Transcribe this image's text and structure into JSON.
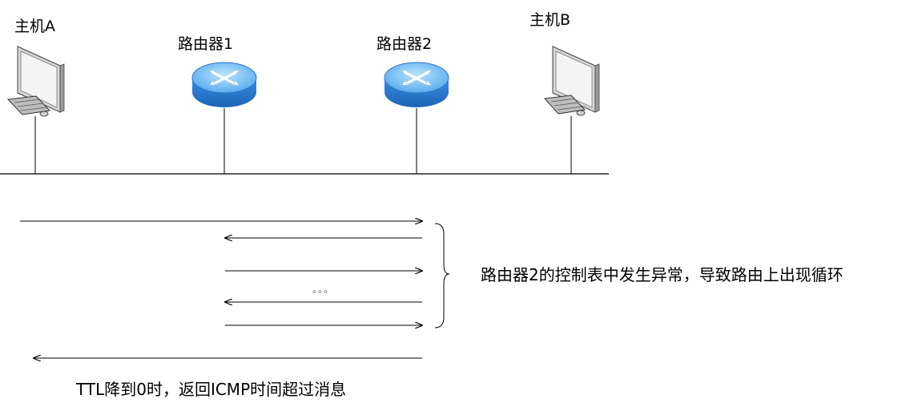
{
  "nodes": {
    "host_a": "主机A",
    "router1": "路由器1",
    "router2": "路由器2",
    "host_b": "主机B"
  },
  "annotation_loop": "路由器2的控制表中发生异常，导致路由上出现循环",
  "ellipsis": "。。。",
  "annotation_ttl": "TTL降到0时，返回ICMP时间超过消息",
  "colors": {
    "line": "#000000",
    "router_blue": "#2f7fd6",
    "router_top": "#7fc3f5",
    "monitor_gray": "#c9c9c9"
  }
}
